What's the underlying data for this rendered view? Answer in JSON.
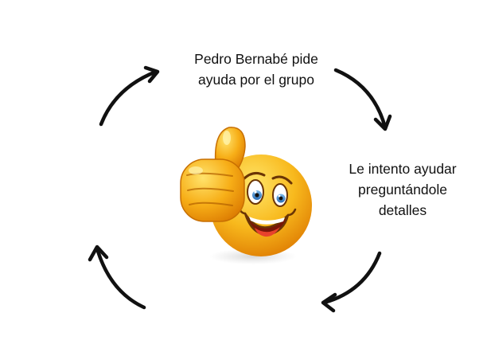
{
  "diagram": {
    "steps": [
      {
        "lines": [
          "Pedro Bernabé pide",
          "ayuda por el grupo"
        ]
      },
      {
        "lines": [
          "Le intento ayudar",
          "preguntándole",
          "detalles"
        ]
      }
    ],
    "center_icon": "thumbs-up-smiley-icon",
    "arrow_icon": "curved-arrow-icon",
    "colors": {
      "background": "#ffffff",
      "text": "#111111",
      "arrow": "#111111",
      "emoji_face": "#f6b319",
      "emoji_shadow": "#e38c05",
      "emoji_eye": "#4a9ad8",
      "emoji_mouth": "#7a1608",
      "emoji_tongue": "#e8422c"
    }
  }
}
